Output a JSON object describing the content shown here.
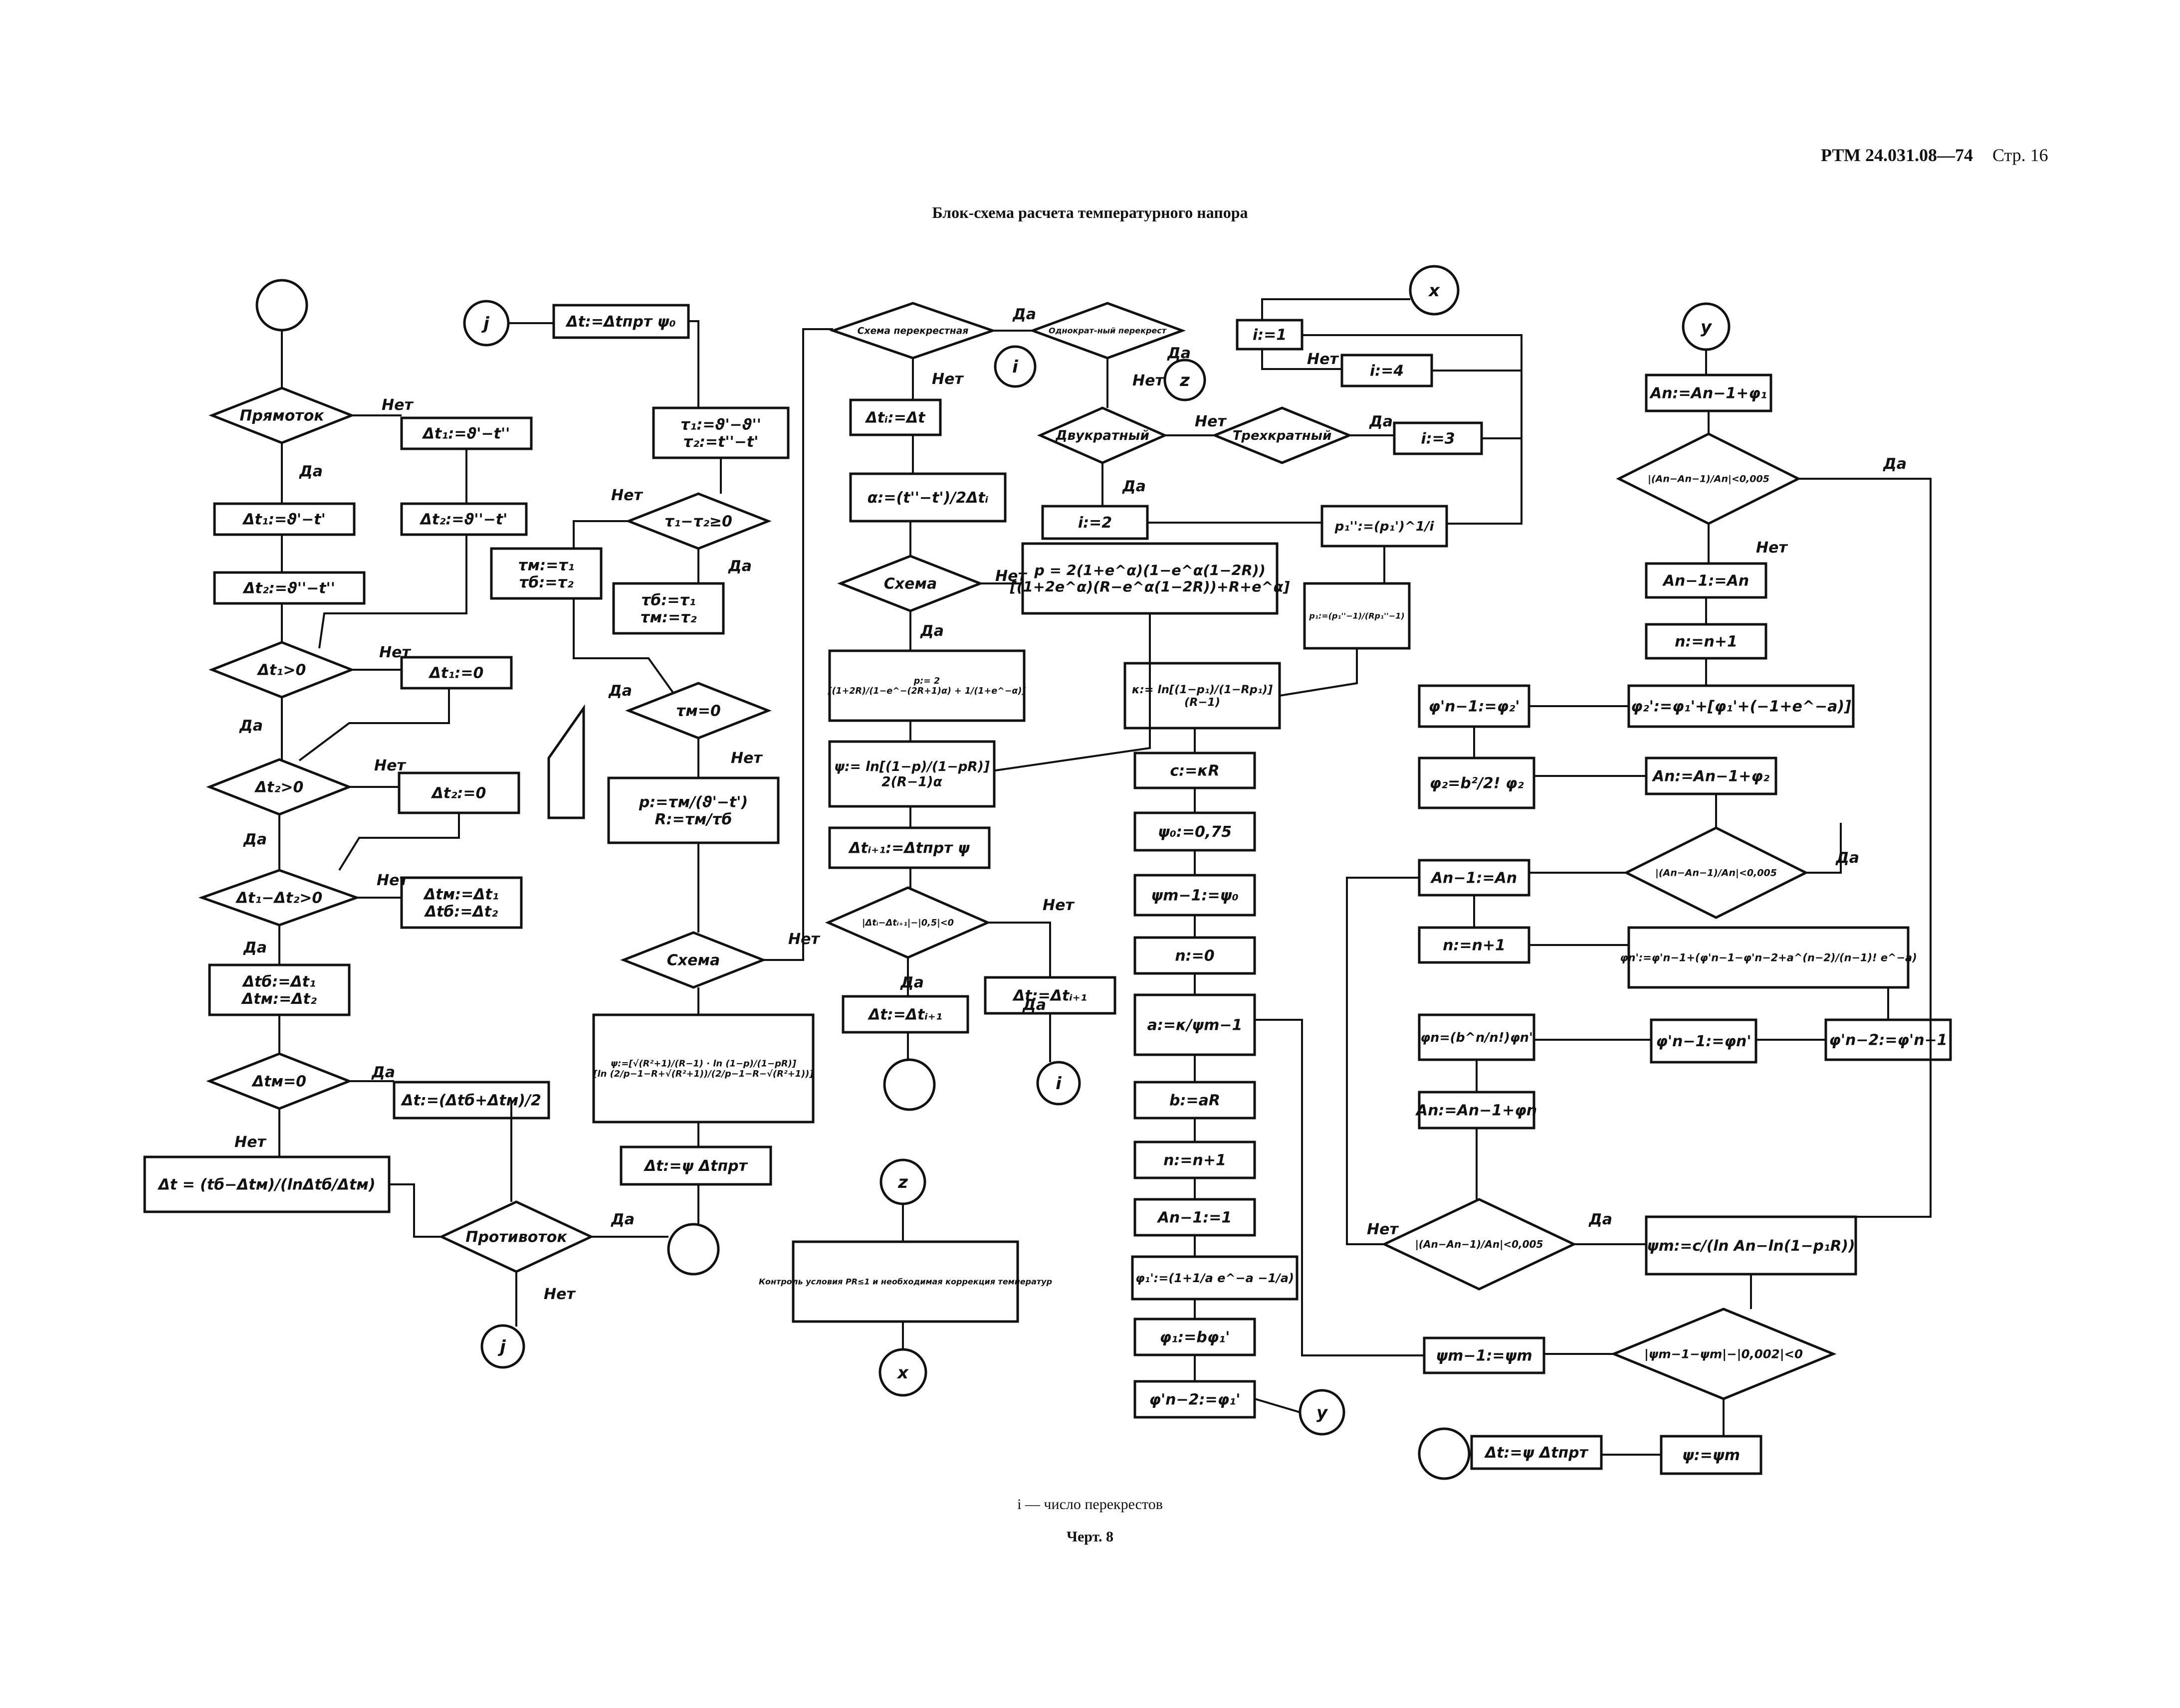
{
  "header": {
    "doc_code": "РТМ 24.031.08—74",
    "page_label": "Стр. 16"
  },
  "title": "Блок-схема расчета температурного напора",
  "footer": {
    "note": "i — число перекрестов",
    "figure": "Черт. 8"
  },
  "connector_labels": {
    "j": "j",
    "i": "i",
    "x": "x",
    "z": "z",
    "y": "y"
  },
  "nodes": [
    {
      "id": "prjamotok",
      "kind": "diamond",
      "text": "Прямоток"
    },
    {
      "id": "dt1_a",
      "kind": "box",
      "text": "Δt₁:=ϑ'−t'"
    },
    {
      "id": "dt2_a",
      "kind": "box",
      "text": "Δt₂:=ϑ''−t''"
    },
    {
      "id": "dt1_b",
      "kind": "box",
      "text": "Δt₁:=ϑ'−t''"
    },
    {
      "id": "dt2_b",
      "kind": "box",
      "text": "Δt₂:=ϑ''−t'"
    },
    {
      "id": "dt1_pos",
      "kind": "diamond",
      "text": "Δt₁>0"
    },
    {
      "id": "dt1_zero",
      "kind": "box",
      "text": "Δt₁:=0"
    },
    {
      "id": "dt2_pos",
      "kind": "diamond",
      "text": "Δt₂>0"
    },
    {
      "id": "dt2_zero",
      "kind": "box",
      "text": "Δt₂:=0"
    },
    {
      "id": "dt12_pos",
      "kind": "diamond",
      "text": "Δt₁−Δt₂>0"
    },
    {
      "id": "dtm_b1",
      "kind": "box",
      "text": "Δtм:=Δt₁ / Δtб:=Δt₂"
    },
    {
      "id": "dtb_b2",
      "kind": "box",
      "text": "Δtб:=Δt₁ / Δtм:=Δt₂"
    },
    {
      "id": "dtm_zero",
      "kind": "diamond",
      "text": "Δtм=0"
    },
    {
      "id": "dt_avg",
      "kind": "box",
      "text": "Δt:=(Δtб+Δtм)/2"
    },
    {
      "id": "dt_log",
      "kind": "box",
      "text": "Δt = (tб−Δtм)/(lnΔtб/Δtм)"
    },
    {
      "id": "protivotok",
      "kind": "diamond",
      "text": "Противоток"
    },
    {
      "id": "dt_prt",
      "kind": "box",
      "text": "Δt:=Δtпрт ψ₀"
    },
    {
      "id": "tau",
      "kind": "box",
      "text": "τ₁:=ϑ'−ϑ'' / τ₂:=t''−t'"
    },
    {
      "id": "tau_cmp",
      "kind": "diamond",
      "text": "τ₁−τ₂≥0"
    },
    {
      "id": "tau_m1",
      "kind": "box",
      "text": "τм:=τ₁ / τб:=τ₂"
    },
    {
      "id": "tau_b1",
      "kind": "box",
      "text": "τб:=τ₁ / τм:=τ₂"
    },
    {
      "id": "tau_m0",
      "kind": "diamond",
      "text": "τм=0"
    },
    {
      "id": "pr",
      "kind": "box",
      "text": "p:=τм/(ϑ'−t') / R:=τм/τб"
    },
    {
      "id": "sxema1",
      "kind": "diamond",
      "text": "Схема"
    },
    {
      "id": "psi_formula",
      "kind": "box",
      "text": "ψ:=[√(R²+1)/(R−1) · ln (1−p)/(1−pR)] / [ln (2/p−1−R+√(R²+1))/(2/p−1−R−√(R²+1))]"
    },
    {
      "id": "dt_psi",
      "kind": "box",
      "text": "Δt:=ψ Δtпрт"
    },
    {
      "id": "schema_cross",
      "kind": "diamond",
      "text": "Схема перекрестная"
    },
    {
      "id": "odnokr",
      "kind": "diamond",
      "text": "Однократ-ный перекрест"
    },
    {
      "id": "dti",
      "kind": "box",
      "text": "Δtᵢ:=Δt"
    },
    {
      "id": "dvukr",
      "kind": "diamond",
      "text": "Двукратный"
    },
    {
      "id": "trexkr",
      "kind": "diamond",
      "text": "Трехкратный"
    },
    {
      "id": "i1",
      "kind": "box",
      "text": "i:=1"
    },
    {
      "id": "i4",
      "kind": "box",
      "text": "i:=4"
    },
    {
      "id": "i3",
      "kind": "box",
      "text": "i:=3"
    },
    {
      "id": "i2",
      "kind": "box",
      "text": "i:=2"
    },
    {
      "id": "alpha",
      "kind": "box",
      "text": "α:=(t''−t')/2Δtᵢ"
    },
    {
      "id": "sxema2",
      "kind": "diamond",
      "text": "Схема"
    },
    {
      "id": "p_big",
      "kind": "box",
      "text": "p = 2(1+e^α)(1−e^α(1−2R)) / [(1+2e^α)(R−e^α(1−2R))+R+e^α]"
    },
    {
      "id": "p_small",
      "kind": "box",
      "text": "p:= 2 / [(1+2R)/(1−e^−(2R+1)α) + 1/(1+e^−α)]"
    },
    {
      "id": "psi_ln",
      "kind": "box",
      "text": "ψ:= ln[(1−p)/(1−pR)] / 2(R−1)α"
    },
    {
      "id": "dti1",
      "kind": "box",
      "text": "Δtᵢ₊₁:=Δtпрт ψ"
    },
    {
      "id": "dti_cmp",
      "kind": "diamond",
      "text": "|Δtᵢ−Δtᵢ₊₁|−|0,5|<0"
    },
    {
      "id": "dt_dti1_a",
      "kind": "box",
      "text": "Δt:=Δtᵢ₊₁"
    },
    {
      "id": "dt_dti1_b",
      "kind": "box",
      "text": "Δt:=Δtᵢ₊₁"
    },
    {
      "id": "p1pp",
      "kind": "box",
      "text": "p₁'':=(p₁')^1/i"
    },
    {
      "id": "p1",
      "kind": "box",
      "text": "p₁:=(p₁''−1)/(Rp₁''−1)"
    },
    {
      "id": "kappa",
      "kind": "box",
      "text": "κ:= ln[(1−p₁)/(1−Rp₁)] / (R−1)"
    },
    {
      "id": "c",
      "kind": "box",
      "text": "c:=κR"
    },
    {
      "id": "psi0",
      "kind": "box",
      "text": "ψ₀:=0,75"
    },
    {
      "id": "psim1",
      "kind": "box",
      "text": "ψm−1:=ψ₀"
    },
    {
      "id": "n0",
      "kind": "box",
      "text": "n:=0"
    },
    {
      "id": "a",
      "kind": "box",
      "text": "a:=κ/ψm−1"
    },
    {
      "id": "b",
      "kind": "box",
      "text": "b:=aR"
    },
    {
      "id": "n_inc_a",
      "kind": "box",
      "text": "n:=n+1"
    },
    {
      "id": "an1_1",
      "kind": "box",
      "text": "An−1:=1"
    },
    {
      "id": "phi1p",
      "kind": "box",
      "text": "φ₁':=(1+1/a e^−a −1/a)"
    },
    {
      "id": "phi1",
      "kind": "box",
      "text": "φ₁:=bφ₁'"
    },
    {
      "id": "phin2",
      "kind": "box",
      "text": "φ'n−2:=φ₁'"
    },
    {
      "id": "control",
      "kind": "box",
      "text": "Контроль условия PR≤1 и необходимая коррекция температур"
    },
    {
      "id": "an_a",
      "kind": "box",
      "text": "An:=An−1+φ₁"
    },
    {
      "id": "an_cmp_a",
      "kind": "diamond",
      "text": "|(An−An−1)/An|<0,005"
    },
    {
      "id": "an1_an_a",
      "kind": "box",
      "text": "An−1:=An"
    },
    {
      "id": "n_inc_b",
      "kind": "box",
      "text": "n:=n+1"
    },
    {
      "id": "phi2p",
      "kind": "box",
      "text": "φ₂':=φ₁'+[φ₁'+(−1+e^−a)]"
    },
    {
      "id": "phin1_a",
      "kind": "box",
      "text": "φ'n−1:=φ₂'"
    },
    {
      "id": "phi2",
      "kind": "box",
      "text": "φ₂=b²/2! φ₂"
    },
    {
      "id": "an_b",
      "kind": "box",
      "text": "An:=An−1+φ₂"
    },
    {
      "id": "an_cmp_b",
      "kind": "diamond",
      "text": "|(An−An−1)/An|<0,005"
    },
    {
      "id": "an1_an_b",
      "kind": "box",
      "text": "An−1:=An"
    },
    {
      "id": "n_inc_c",
      "kind": "box",
      "text": "n:=n+1"
    },
    {
      "id": "phinp",
      "kind": "box",
      "text": "φn':=φ'n−1+(φ'n−1−φ'n−2+a^(n−2)/(n−1)! e^−a)"
    },
    {
      "id": "phin",
      "kind": "box",
      "text": "φn=(b^n/n!)φn'"
    },
    {
      "id": "phin1_b",
      "kind": "box",
      "text": "φ'n−1:=φn'"
    },
    {
      "id": "phin2_b",
      "kind": "box",
      "text": "φ'n−2:=φ'n−1"
    },
    {
      "id": "an_c",
      "kind": "box",
      "text": "An:=An−1+φn"
    },
    {
      "id": "an_cmp_c",
      "kind": "diamond",
      "text": "|(An−An−1)/An|<0,005"
    },
    {
      "id": "psim",
      "kind": "box",
      "text": "ψm:=c/(ln An−ln(1−p₁R))"
    },
    {
      "id": "psi_cmp",
      "kind": "diamond",
      "text": "|ψm−1−ψm|−|0,002|<0"
    },
    {
      "id": "psim1_psim",
      "kind": "box",
      "text": "ψm−1:=ψm"
    },
    {
      "id": "psi_psim",
      "kind": "box",
      "text": "ψ:=ψm"
    },
    {
      "id": "dt_final",
      "kind": "box",
      "text": "Δt:=ψ Δtпрт"
    }
  ],
  "edge_labels": [
    {
      "id": "e_net1",
      "text": "Нет"
    },
    {
      "id": "e_da1",
      "text": "Да"
    },
    {
      "id": "e_net2",
      "text": "Нет"
    },
    {
      "id": "e_da2",
      "text": "Да"
    },
    {
      "id": "e_net3",
      "text": "Нет"
    },
    {
      "id": "e_da3",
      "text": "Да"
    },
    {
      "id": "e_net4",
      "text": "Нет"
    },
    {
      "id": "e_da4",
      "text": "Да"
    },
    {
      "id": "e_da5",
      "text": "Да"
    },
    {
      "id": "e_net5",
      "text": "Нет"
    },
    {
      "id": "e_da6",
      "text": "Да"
    },
    {
      "id": "e_net6",
      "text": "Нет"
    },
    {
      "id": "e_net7",
      "text": "Нет"
    },
    {
      "id": "e_da7",
      "text": "Да"
    },
    {
      "id": "e_da8",
      "text": "Да"
    },
    {
      "id": "e_net8",
      "text": "Нет"
    },
    {
      "id": "e_net9",
      "text": "Нет"
    },
    {
      "id": "e_da10",
      "text": "Да"
    },
    {
      "id": "e_net10",
      "text": "Нет"
    },
    {
      "id": "e_da11",
      "text": "Да"
    },
    {
      "id": "e_net11",
      "text": "Нет"
    },
    {
      "id": "e_net12",
      "text": "Нет"
    },
    {
      "id": "e_da12",
      "text": "Да"
    },
    {
      "id": "e_da13",
      "text": "Да"
    },
    {
      "id": "e_net14",
      "text": "Нет"
    },
    {
      "id": "e_da14",
      "text": "Да"
    },
    {
      "id": "e_da15",
      "text": "Да"
    },
    {
      "id": "e_net16",
      "text": "Нет"
    },
    {
      "id": "e_da16",
      "text": "Да"
    },
    {
      "id": "e_net17",
      "text": "Нет"
    },
    {
      "id": "e_da17",
      "text": "Да"
    },
    {
      "id": "e_net18",
      "text": "Нет"
    },
    {
      "id": "e_da18",
      "text": "Да"
    },
    {
      "id": "e_net19",
      "text": "Нет"
    },
    {
      "id": "e_da19",
      "text": "Да"
    }
  ]
}
